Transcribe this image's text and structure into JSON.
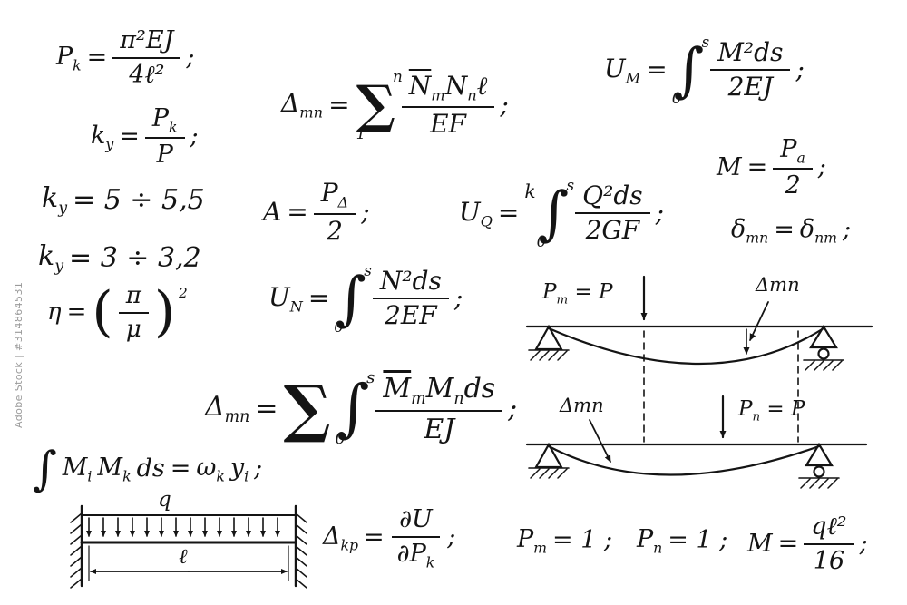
{
  "watermark": {
    "side_text": "Adobe Stock | #314864531"
  },
  "f": {
    "pk": {
      "base": "P",
      "sub": "k",
      "eq": "=",
      "num": "π²EJ",
      "den": "4ℓ²",
      "end": ";"
    },
    "ky1": {
      "base": "k",
      "sub": "y",
      "eq": "=",
      "num_base": "P",
      "num_sub": "k",
      "den": "P",
      "end": ";"
    },
    "ky2": {
      "base": "k",
      "sub": "y",
      "rest": "= 5 ÷ 5,5"
    },
    "ky3": {
      "base": "k",
      "sub": "y",
      "rest": "= 3 ÷ 3,2"
    },
    "eta": {
      "base": "η",
      "eq": "=",
      "open": "(",
      "num": "π",
      "den": "μ",
      "close": ")",
      "sup": "2"
    },
    "dmn1": {
      "base": "Δ",
      "sub": "mn",
      "eq": "=",
      "sum": "∑",
      "sum_top": "n",
      "sum_bot": "1",
      "num_a": "N",
      "num_a_sub": "m",
      "num_b": "N",
      "num_b_sub": "n",
      "num_c": "ℓ",
      "den": "EF",
      "end": ";"
    },
    "a": {
      "base": "A",
      "eq": "=",
      "num_base": "P",
      "num_sub": "Δ",
      "den": "2",
      "end": ";"
    },
    "un": {
      "base": "U",
      "sub": "N",
      "eq": "=",
      "int": "∫",
      "int_top": "s",
      "int_bot": "0",
      "num": "N²ds",
      "den": "2EF",
      "end": ";"
    },
    "dmn2": {
      "base": "Δ",
      "sub": "mn",
      "eq": "=",
      "sum": "∑",
      "int": "∫",
      "int_top": "s",
      "int_bot": "0",
      "num_a": "M",
      "num_a_sub": "m",
      "num_b": "M",
      "num_b_sub": "n",
      "num_c": "ds",
      "den": "EJ",
      "end": ";"
    },
    "um": {
      "base": "U",
      "sub": "M",
      "eq": "=",
      "int": "∫",
      "int_top": "s",
      "int_bot": "0",
      "num": "M²ds",
      "den": "2EJ",
      "end": ";"
    },
    "m": {
      "base": "M",
      "eq": "=",
      "num_base": "P",
      "num_sub": "a",
      "den": "2",
      "end": ";"
    },
    "uq": {
      "base": "U",
      "sub": "Q",
      "eq": "=",
      "coef": "k",
      "int": "∫",
      "int_top": "s",
      "int_bot": "0",
      "num": "Q²ds",
      "den": "2GF",
      "end": ";"
    },
    "dsym": {
      "a": "δ",
      "a_sub": "mn",
      "eq": "=",
      "b": "δ",
      "b_sub": "nm",
      "end": ";"
    },
    "mohr": {
      "int": "∫",
      "a": "M",
      "a_sub": "i",
      "b": "M",
      "b_sub": "k",
      "c": "ds",
      "eq": "=",
      "d": "ω",
      "d_sub": "k",
      "e": "y",
      "e_sub": "i",
      "end": ";"
    },
    "dkp": {
      "base": "Δ",
      "sub": "kp",
      "eq": "=",
      "num": "∂U",
      "den_base": "∂P",
      "den_sub": "k",
      "end": ";"
    },
    "pm1": {
      "base": "P",
      "sub": "m",
      "rest": "= 1 ;"
    },
    "pn1": {
      "base": "P",
      "sub": "n",
      "rest": "= 1 ;"
    },
    "mq": {
      "base": "M",
      "eq": "=",
      "num": "qℓ²",
      "den": "16",
      "end": ";"
    }
  },
  "diagram": {
    "pm_label": {
      "base": "P",
      "sub": "m",
      "rest": "= P"
    },
    "pn_label": {
      "base": "P",
      "sub": "n",
      "rest": "= P"
    },
    "dmn_top": "Δmn",
    "dmn_bottom": "Δmn",
    "q_label": "q",
    "length_label": "ℓ"
  }
}
